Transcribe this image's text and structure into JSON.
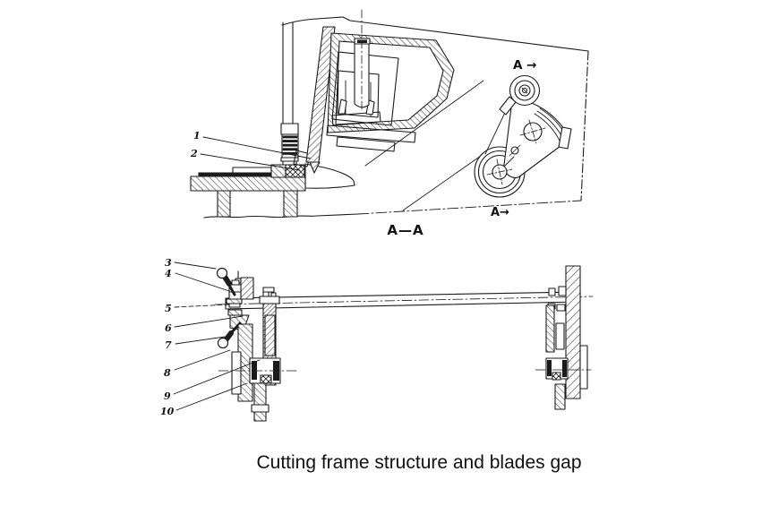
{
  "figure": {
    "caption": "Cutting frame structure and blades gap",
    "side_view": {
      "section_label_top": "A →",
      "section_label_bottom": "A→",
      "part_labels": [
        "1",
        "2"
      ]
    },
    "section_view": {
      "title": "A—A",
      "part_labels": [
        "3",
        "4",
        "5",
        "6",
        "7",
        "8",
        "9",
        "10"
      ]
    }
  }
}
